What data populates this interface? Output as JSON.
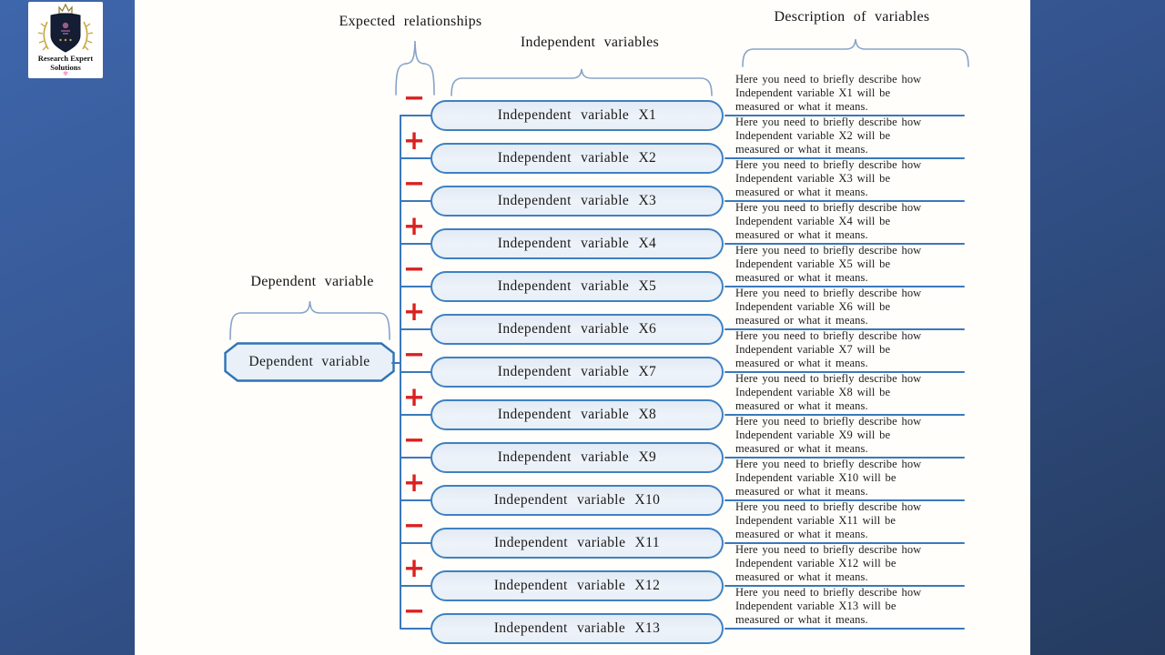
{
  "logo": {
    "line1": "Research Expert",
    "line2": "Solutions",
    "flourish": "✾"
  },
  "headers": {
    "expected_relationships": "Expected relationships",
    "independent_variables": "Independent variables",
    "description_of_variables": "Description of variables",
    "dependent_variable_label": "Dependent variable"
  },
  "dependent_box": {
    "label": "Dependent variable"
  },
  "colors": {
    "line_blue": "#3a78bc",
    "box_border": "#3f81c1",
    "box_fill": "#eaf0f8",
    "brace_blue": "#87a3c9",
    "sign_red": "#da2020",
    "background_top": "#3e66ab",
    "background_bottom": "#253b5f",
    "slide_white": "#fffefb"
  },
  "variables": [
    {
      "name": "Independent variable X1",
      "sign": "−",
      "description_lines": [
        "Here you need to briefly describe how",
        "Independent variable X1 will be",
        "measured or what it means."
      ]
    },
    {
      "name": "Independent variable X2",
      "sign": "+",
      "description_lines": [
        "Here you need to briefly describe how",
        "Independent variable X2 will be",
        "measured or what it means."
      ]
    },
    {
      "name": "Independent variable X3",
      "sign": "−",
      "description_lines": [
        "Here you need to briefly describe how",
        "Independent variable X3 will be",
        "measured or what it means."
      ]
    },
    {
      "name": "Independent variable X4",
      "sign": "+",
      "description_lines": [
        "Here you need to briefly describe how",
        "Independent variable X4 will be",
        "measured or what it means."
      ]
    },
    {
      "name": "Independent variable X5",
      "sign": "−",
      "description_lines": [
        "Here you need to briefly describe how",
        "Independent variable X5 will be",
        "measured or what it means."
      ]
    },
    {
      "name": "Independent variable X6",
      "sign": "+",
      "description_lines": [
        "Here you need to briefly describe how",
        "Independent variable X6 will be",
        "measured or what it means."
      ]
    },
    {
      "name": "Independent variable X7",
      "sign": "−",
      "description_lines": [
        "Here you need to briefly describe how",
        "Independent variable X7 will be",
        "measured or what it means."
      ]
    },
    {
      "name": "Independent variable X8",
      "sign": "+",
      "description_lines": [
        "Here you need to briefly describe how",
        "Independent variable X8 will be",
        "measured or what it means."
      ]
    },
    {
      "name": "Independent variable X9",
      "sign": "−",
      "description_lines": [
        "Here you need to briefly describe how",
        "Independent variable X9 will be",
        "measured or what it means."
      ]
    },
    {
      "name": "Independent variable X10",
      "sign": "+",
      "description_lines": [
        "Here you need to briefly describe how",
        "Independent variable X10 will be",
        "measured or what it means."
      ]
    },
    {
      "name": "Independent variable X11",
      "sign": "−",
      "description_lines": [
        "Here you need to briefly describe how",
        "Independent variable X11 will be",
        "measured or what it means."
      ]
    },
    {
      "name": "Independent variable X12",
      "sign": "+",
      "description_lines": [
        "Here you need to briefly describe how",
        "Independent variable X12 will be",
        "measured or what it means."
      ]
    },
    {
      "name": "Independent variable X13",
      "sign": "−",
      "description_lines": [
        "Here you need to briefly describe how",
        "Independent variable X13 will be",
        "measured or what it means."
      ]
    }
  ]
}
